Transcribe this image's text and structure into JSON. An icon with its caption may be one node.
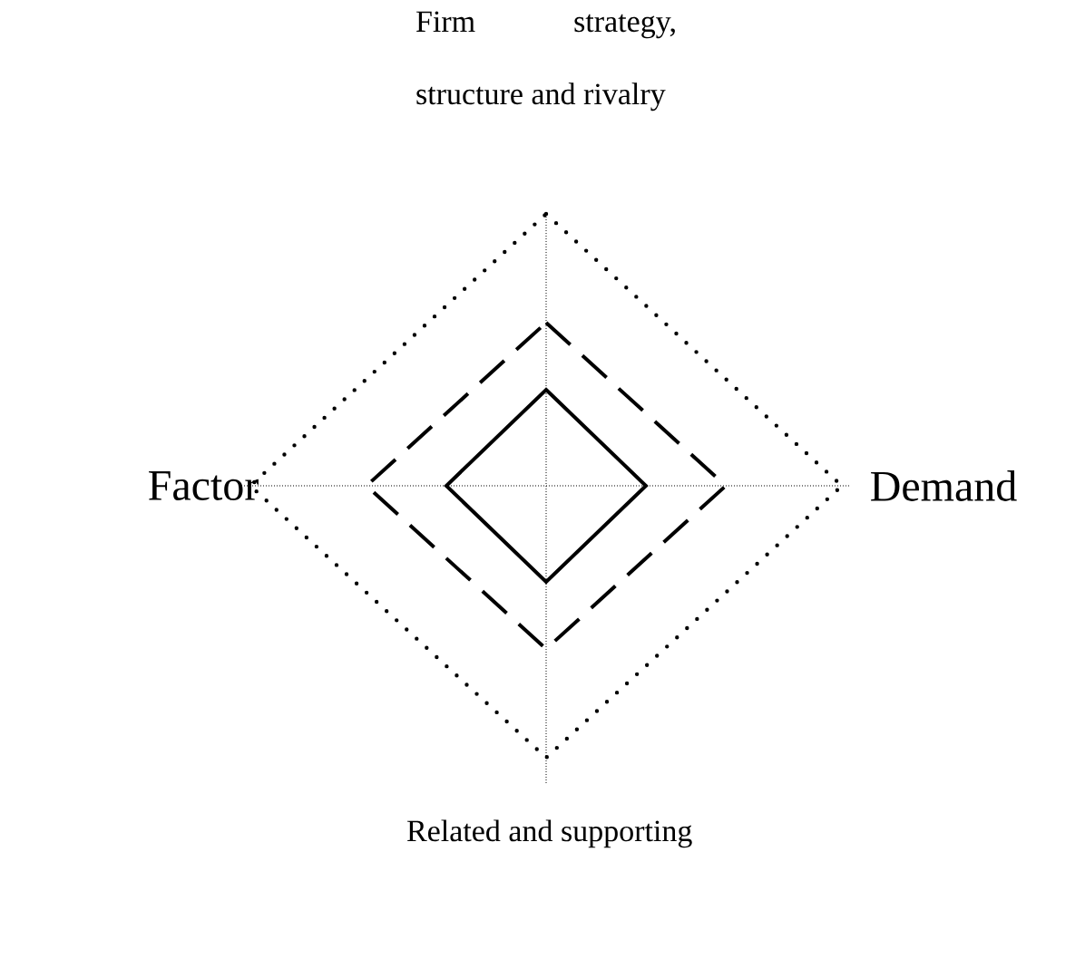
{
  "diagram": {
    "labels": [
      "Firm strategy, structure and rivalry",
      "Factor",
      "Demand",
      "Related and supporting"
    ]
  }
}
